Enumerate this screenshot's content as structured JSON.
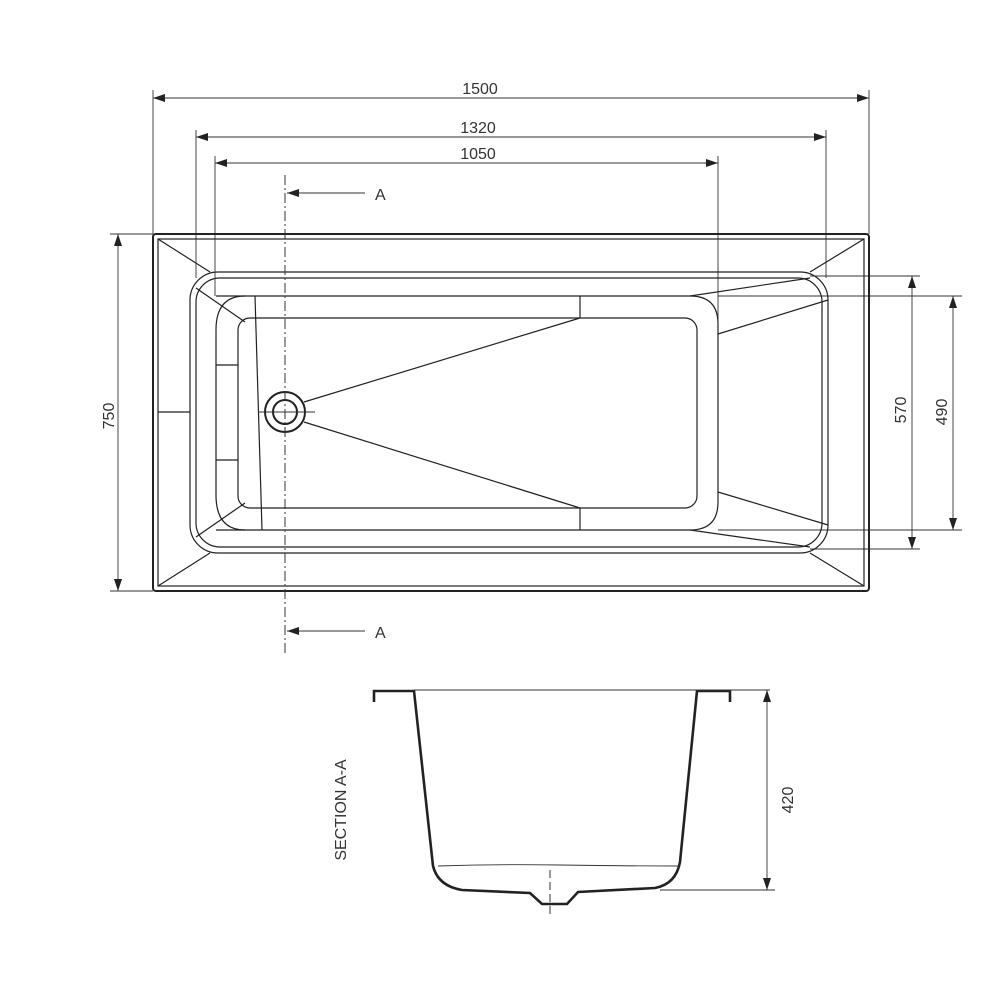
{
  "dimensions": {
    "overall_length": "1500",
    "rim_length": "1320",
    "basin_length": "1050",
    "overall_width": "750",
    "rim_width": "570",
    "basin_width": "490",
    "depth": "420"
  },
  "section_marker": {
    "top": "A",
    "bottom": "A"
  },
  "section_label": "SECTION A-A",
  "colors": {
    "line": "#222222",
    "background": "#ffffff"
  }
}
